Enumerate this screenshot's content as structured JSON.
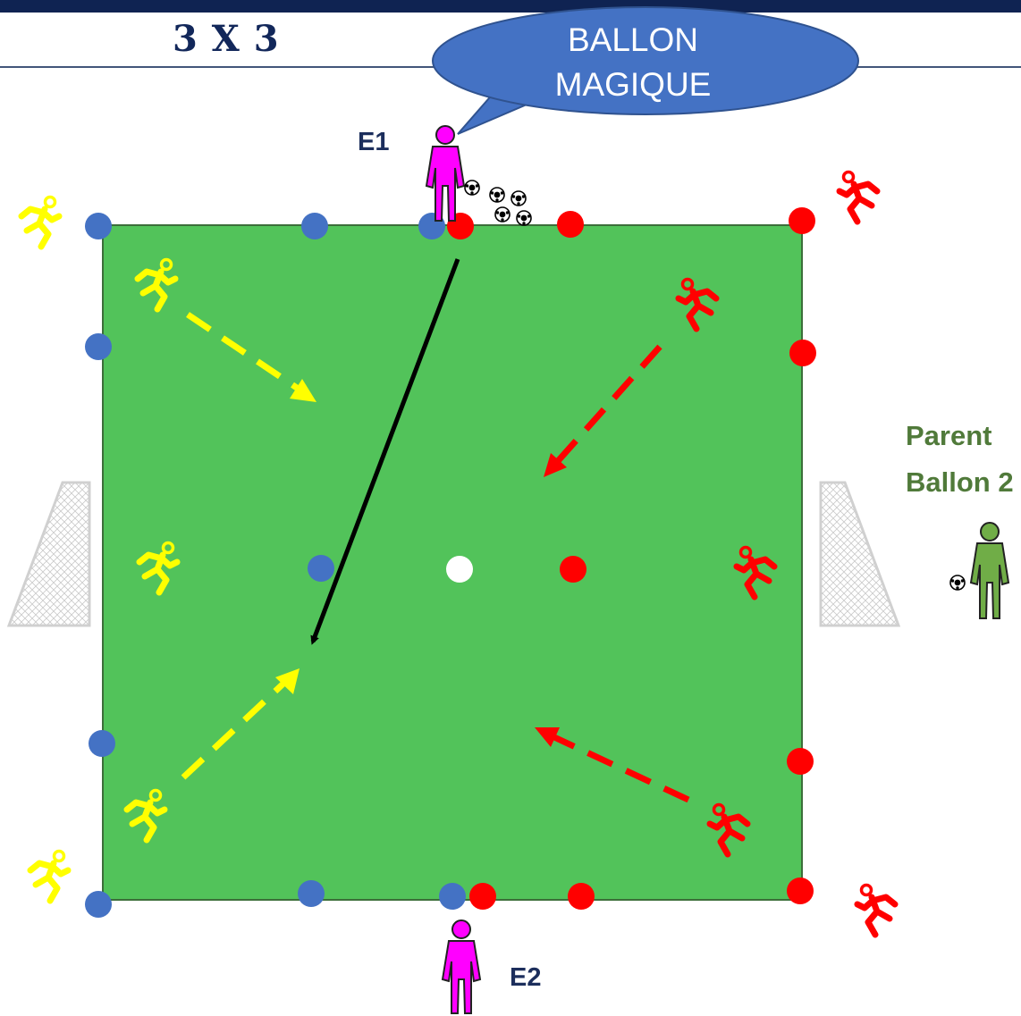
{
  "title": "3 X 3",
  "bubble": {
    "line1": "BALLON",
    "line2": "MAGIQUE"
  },
  "labels": {
    "coach_top": "E1",
    "coach_bottom": "E2",
    "parent_line1": "Parent",
    "parent_line2": "Ballon 2"
  },
  "colors": {
    "header": "#0f2352",
    "field": "#52c35a",
    "blue_team": "#4472c4",
    "red_team": "#ff0000",
    "coach": "#ff00ff",
    "parent": "#70ad47",
    "bubble": "#4472c4",
    "yellow_run": "#ffff00"
  },
  "icons": [
    "runner-icon",
    "coach-icon",
    "soccer-ball-icon",
    "goal-icon",
    "cone-icon",
    "arrow-icon"
  ]
}
